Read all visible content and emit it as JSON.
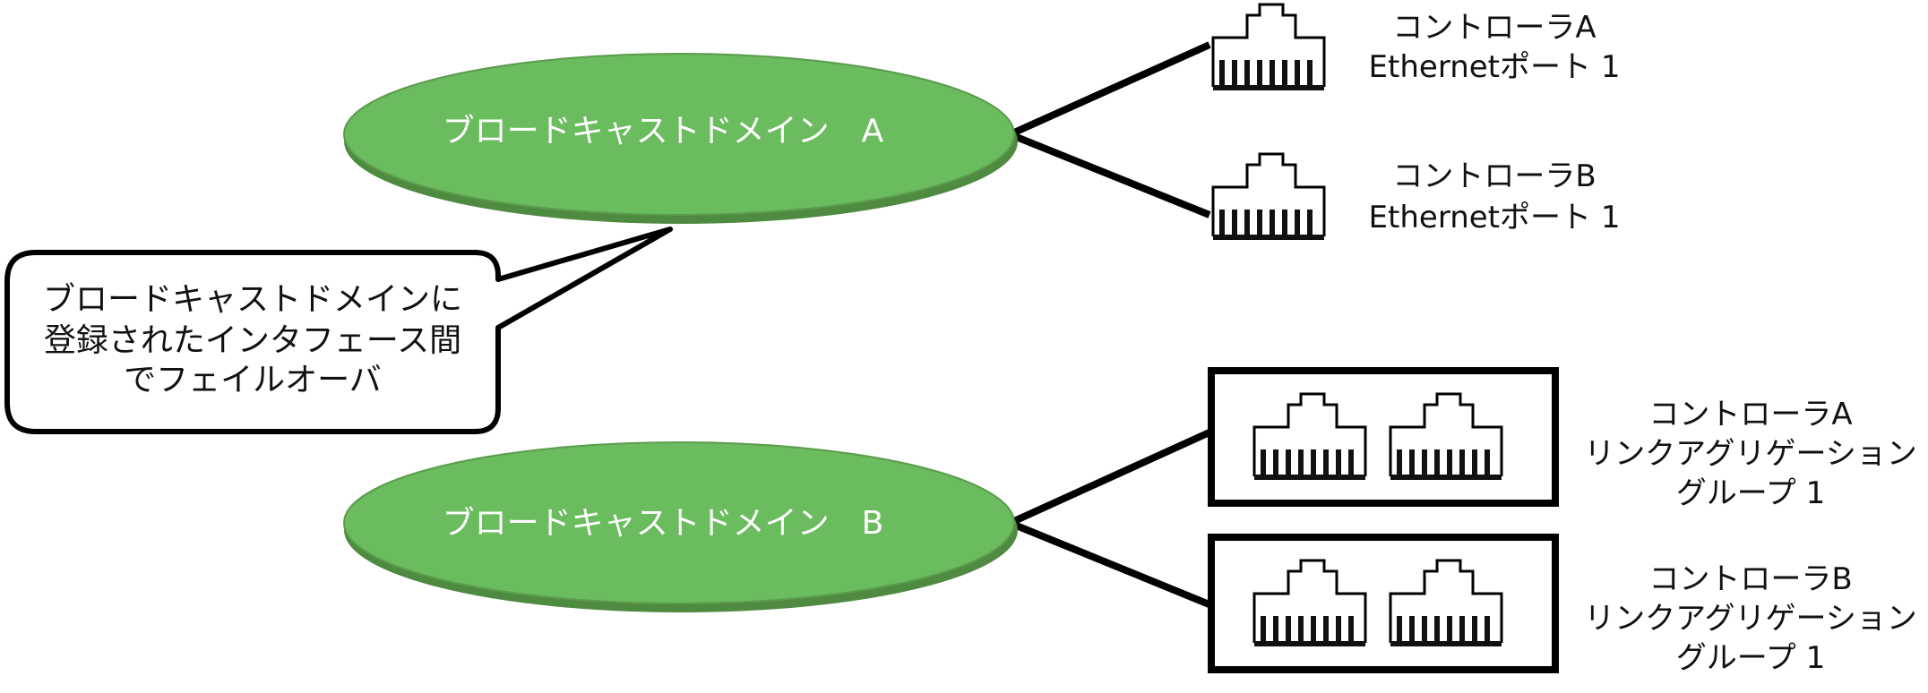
{
  "colors": {
    "ellipse_fill": "#6bbb5f",
    "ellipse_stroke": "#4a7f3c",
    "line": "#000000",
    "callout_stroke": "#000000"
  },
  "domains": [
    {
      "label": "ブロードキャストドメイン　A"
    },
    {
      "label": "ブロードキャストドメイン　B"
    }
  ],
  "ports": [
    {
      "line1": "コントローラA",
      "line2": "Ethernetポート 1"
    },
    {
      "line1": "コントローラB",
      "line2": "Ethernetポート 1"
    }
  ],
  "groups": [
    {
      "line1": "コントローラA",
      "line2": "リンクアグリゲーション",
      "line3": "グループ 1"
    },
    {
      "line1": "コントローラB",
      "line2": "リンクアグリゲーション",
      "line3": "グループ 1"
    }
  ],
  "callout": {
    "line1": "ブロードキャストドメインに",
    "line2": "登録されたインタフェース間",
    "line3": "でフェイルオーバ"
  }
}
